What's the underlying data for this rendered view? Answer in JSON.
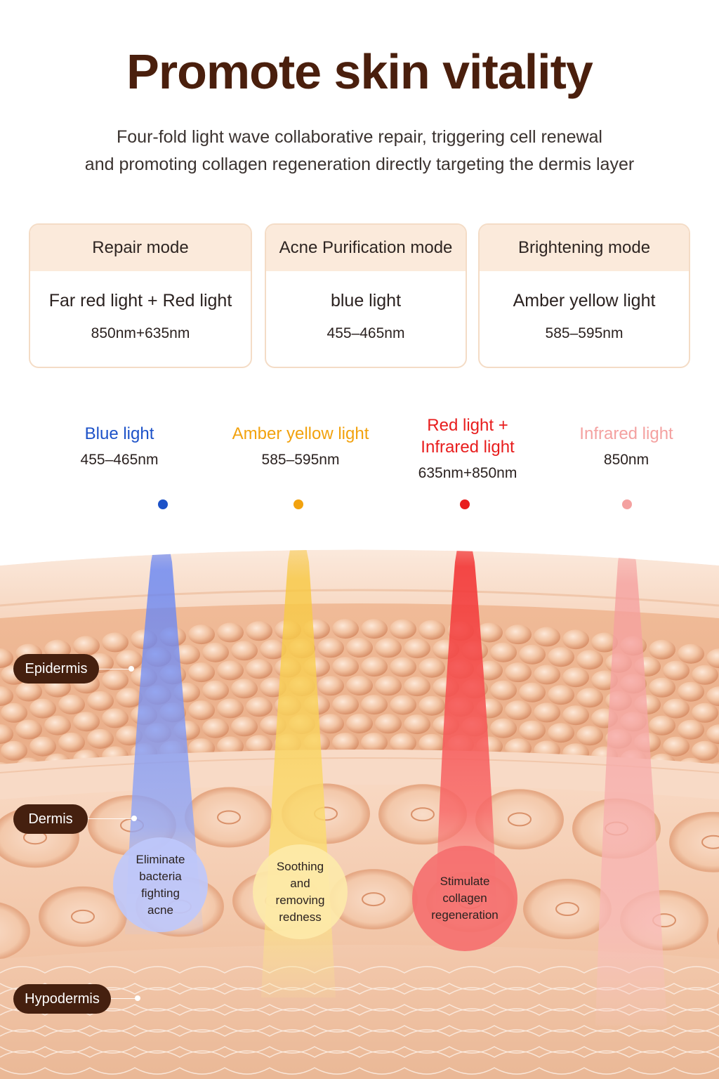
{
  "title": "Promote skin vitality",
  "subtitle": [
    "Four-fold light wave collaborative repair, triggering cell renewal",
    "and promoting collagen regeneration directly targeting the dermis layer"
  ],
  "modes": [
    {
      "mode": "Repair mode",
      "light": "Far red light + Red light",
      "wavelength": "850nm+635nm"
    },
    {
      "mode": "Acne Purification mode",
      "light": "blue light",
      "wavelength": "455–465nm"
    },
    {
      "mode": "Brightening mode",
      "light": "Amber yellow light",
      "wavelength": "585–595nm"
    }
  ],
  "lights": [
    {
      "name": [
        "Blue light"
      ],
      "wavelength": "455–465nm",
      "color": "#1d52c8"
    },
    {
      "name": [
        "Amber yellow light"
      ],
      "wavelength": "585–595nm",
      "color": "#f2a20e"
    },
    {
      "name": [
        "Red light +",
        "Infrared light"
      ],
      "wavelength": "635nm+850nm",
      "color": "#e81d1d"
    },
    {
      "name": [
        "Infrared light"
      ],
      "wavelength": "850nm",
      "color": "#f4a1a0"
    }
  ],
  "layers": [
    "Epidermis",
    "Dermis",
    "Hypodermis"
  ],
  "effects": [
    [
      "Eliminate",
      "bacteria",
      "fighting",
      "acne"
    ],
    [
      "Soothing",
      "and",
      "removing",
      "redness"
    ],
    [
      "Stimulate",
      "collagen",
      "regeneration"
    ]
  ],
  "colors": {
    "title": "#4a1f0d",
    "card_header": "#fbeadb",
    "card_border": "#f4dcc6",
    "tag_bg": "#45200f",
    "skin": "#f6cdb0"
  }
}
